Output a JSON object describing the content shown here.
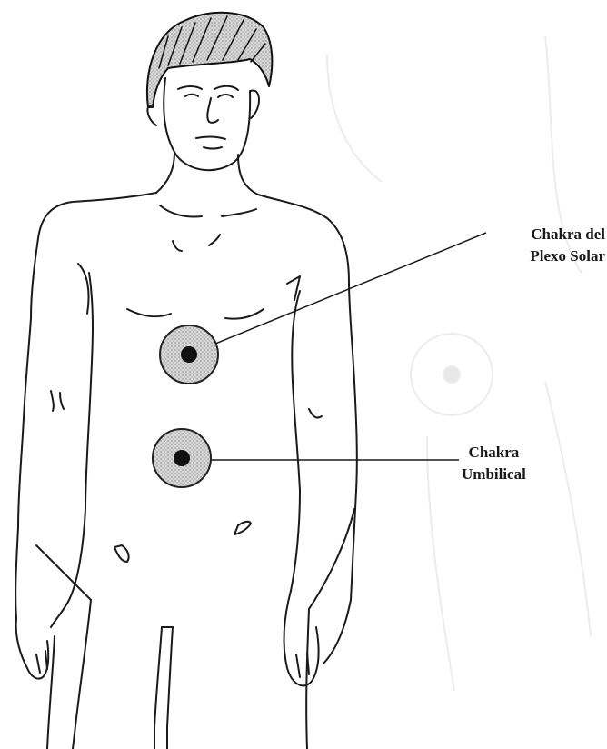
{
  "labels": {
    "solar_plexus": {
      "line1": "Chakra del",
      "line2": "Plexo Solar"
    },
    "umbilical": {
      "line1": "Chakra",
      "line2": "Umbilical"
    }
  },
  "colors": {
    "ink": "#1a1a1a",
    "chakra_fill": "#cfcfcf",
    "chakra_dot": "#111111",
    "ghost": "#e6e6e6"
  }
}
